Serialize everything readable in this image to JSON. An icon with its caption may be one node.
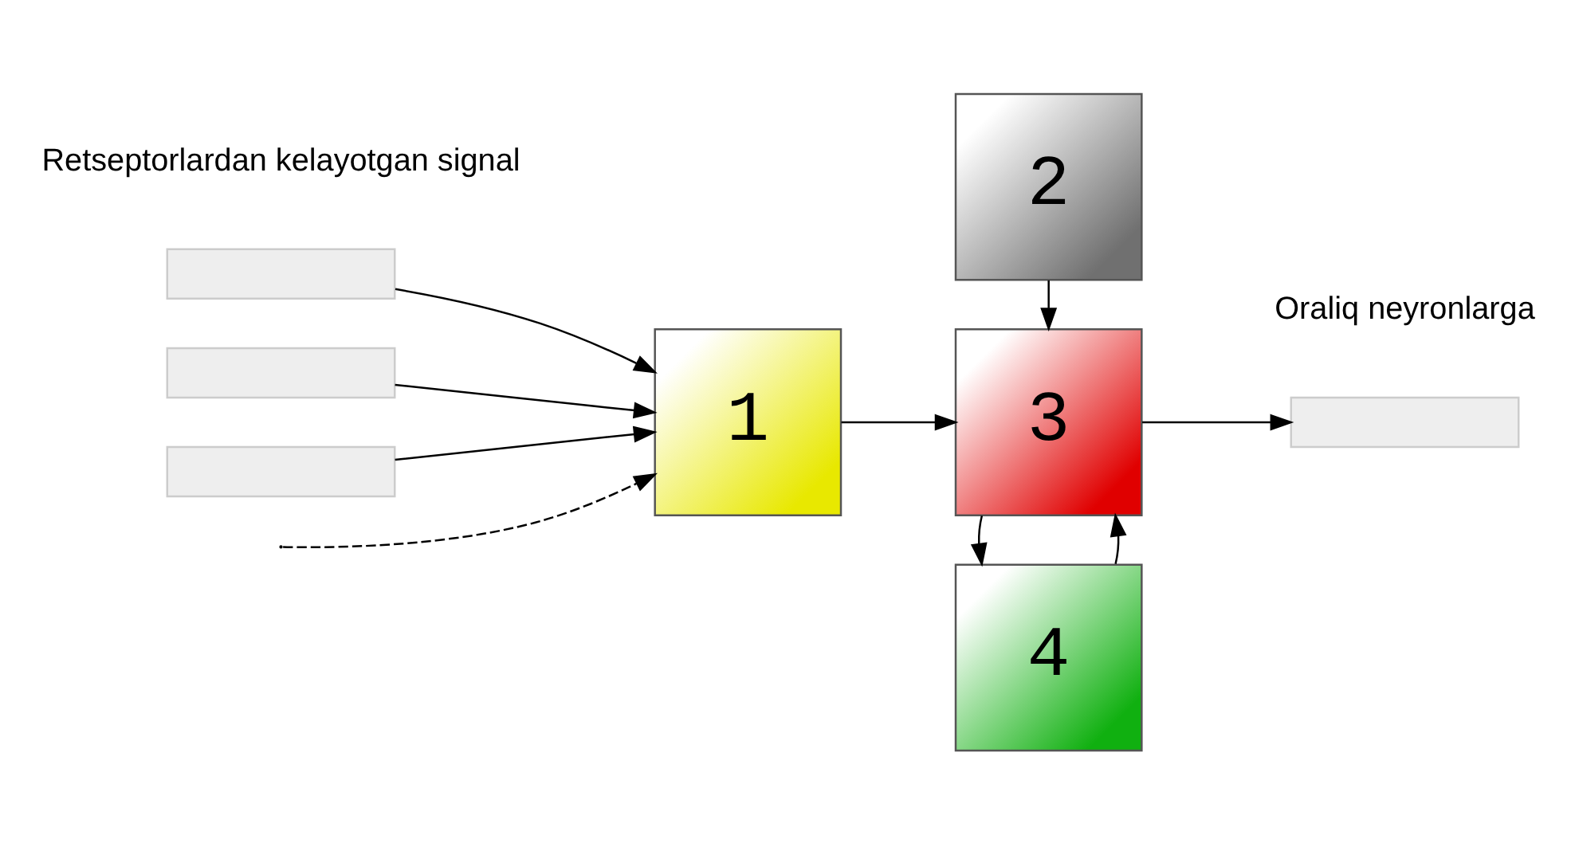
{
  "diagram": {
    "nodes": [
      {
        "text": [
          "1"
        ]
      },
      {
        "text": [
          "2"
        ]
      },
      {
        "text": [
          "3"
        ]
      },
      {
        "text": [
          "4"
        ]
      },
      {
        "text": [],
        "shape": "bar"
      },
      {
        "text": [],
        "shape": "bar"
      },
      {
        "text": [],
        "shape": "bar"
      },
      {
        "text": [],
        "shape": "bar"
      }
    ],
    "edges": [
      {
        "from": 4,
        "to": 0,
        "arrow": "to"
      },
      {
        "from": 5,
        "to": 0,
        "arrow": "to"
      },
      {
        "from": null,
        "to": 0,
        "arrow": "to",
        "style": "dashed"
      },
      {
        "from": 6,
        "to": 0,
        "arrow": "to"
      },
      {
        "from": 1,
        "to": 2,
        "arrow": "to"
      },
      {
        "from": 0,
        "to": 2,
        "arrow": "to"
      },
      {
        "from": 3,
        "to": 2,
        "arrow": "to"
      },
      {
        "from": 2,
        "to": 7,
        "arrow": "to"
      },
      {
        "from": 2,
        "to": 3,
        "arrow": "to"
      }
    ],
    "labels": [
      "Retseptorlardan kelayotgan signal",
      "Oraliq neyronlarga"
    ]
  }
}
